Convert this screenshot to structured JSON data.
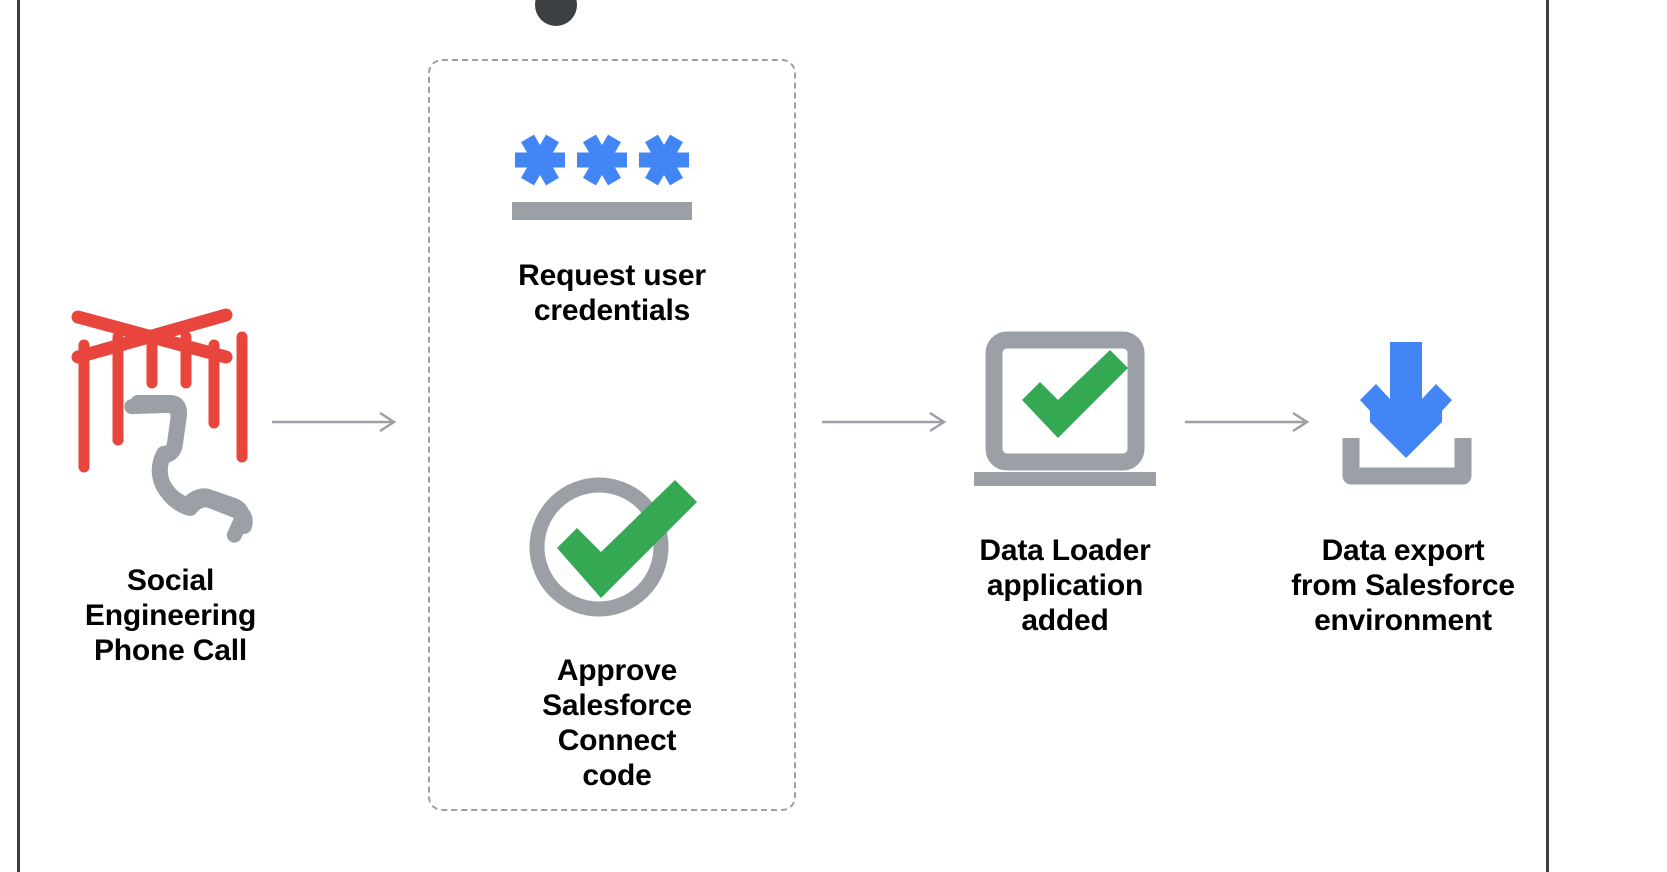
{
  "diagram": {
    "title_visible": false,
    "background_color": "#ffffff",
    "frame_line_color": "#3c4043",
    "colors": {
      "red": "#e8453c",
      "blue": "#4285f4",
      "green": "#34a853",
      "gray": "#9aa0a6",
      "gray_dark": "#80868b",
      "text": "#000000",
      "dashed_border": "#9aa0a6",
      "arrow": "#9aa0a6"
    },
    "steps": [
      {
        "id": "social-engineering",
        "icon": "puppet-strings-phone-icon",
        "label": "Social\nEngineering\nPhone Call"
      },
      {
        "id": "request-credentials",
        "icon": "password-asterisks-icon",
        "label": "Request user\ncredentials"
      },
      {
        "id": "approve-connect-code",
        "icon": "check-circle-icon",
        "label": "Approve\nSalesforce\nConnect code"
      },
      {
        "id": "data-loader-added",
        "icon": "laptop-check-icon",
        "label": "Data Loader\napplication\nadded"
      },
      {
        "id": "data-export",
        "icon": "download-arrow-icon",
        "label": "Data export\nfrom Salesforce\nenvironment"
      }
    ],
    "group_box": {
      "name": "attacker-interaction-group",
      "style": "dashed",
      "contains": [
        "request-credentials",
        "approve-connect-code"
      ]
    },
    "arrows": [
      {
        "id": "arrow-1",
        "from": "social-engineering",
        "to": "request-credentials"
      },
      {
        "id": "arrow-2",
        "from": "approve-connect-code",
        "to": "data-loader-added"
      },
      {
        "id": "arrow-3",
        "from": "data-loader-added",
        "to": "data-export"
      }
    ]
  }
}
